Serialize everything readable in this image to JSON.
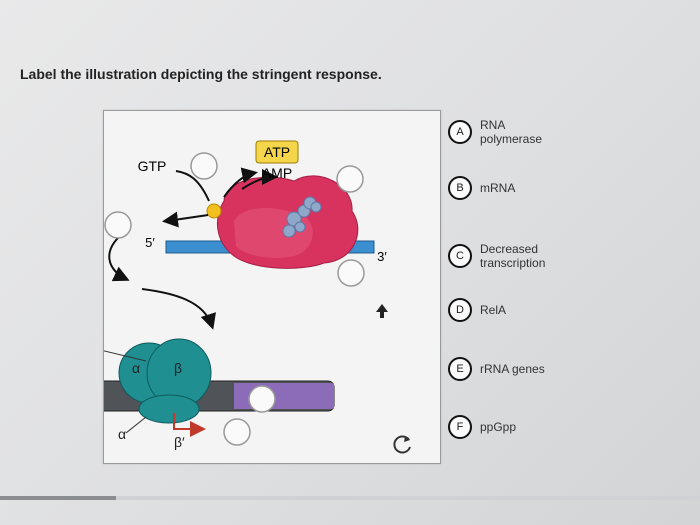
{
  "question": "Label the illustration depicting the stringent response.",
  "illustration": {
    "gtp": "GTP",
    "atp": "ATP",
    "amp": "AMP",
    "five_prime": "5′",
    "three_prime": "3′",
    "alpha_top": "α",
    "beta": "β",
    "alpha_bottom": "α",
    "beta_prime": "β′"
  },
  "options": [
    {
      "letter": "A",
      "label": "RNA polymerase"
    },
    {
      "letter": "B",
      "label": "mRNA"
    },
    {
      "letter": "C",
      "label": "Decreased transcription"
    },
    {
      "letter": "D",
      "label": "RelA"
    },
    {
      "letter": "E",
      "label": "rRNA genes"
    },
    {
      "letter": "F",
      "label": "ppGpp"
    }
  ],
  "progress": {
    "fraction": 0.165
  },
  "icons": {
    "reset": "reset-icon",
    "cursor": "mouse-cursor-icon"
  },
  "colors": {
    "ribosome": "#d8335f",
    "dna": "#3b8fd0",
    "polymerase": "#1f8f92",
    "atp_box": "#f5d64a"
  }
}
